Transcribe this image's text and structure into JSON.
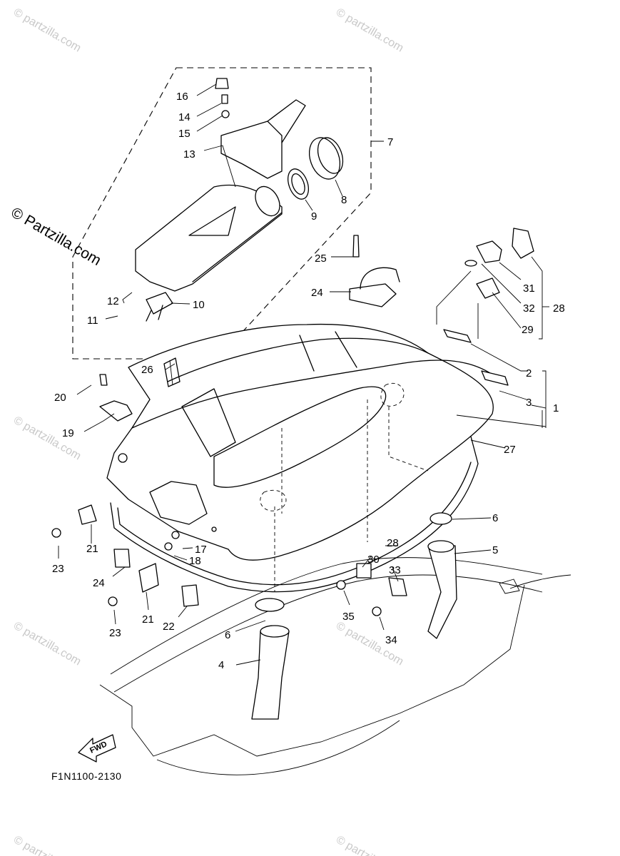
{
  "diagram": {
    "code": "F1N1100-2130",
    "fwd_label": "FWD",
    "watermark": "© Partzilla.com",
    "watermark_faint": "© partzilla.com",
    "callouts": {
      "c1": "1",
      "c2": "2",
      "c3": "3",
      "c4": "4",
      "c5": "5",
      "c6a": "6",
      "c6b": "6",
      "c7": "7",
      "c8": "8",
      "c9": "9",
      "c10": "10",
      "c11": "11",
      "c12": "12",
      "c13": "13",
      "c14": "14",
      "c15": "15",
      "c16": "16",
      "c17": "17",
      "c18": "18",
      "c19": "19",
      "c20": "20",
      "c21a": "21",
      "c21b": "21",
      "c22": "22",
      "c23a": "23",
      "c23b": "23",
      "c24a": "24",
      "c24b": "24",
      "c25": "25",
      "c26": "26",
      "c27": "27",
      "c28a": "28",
      "c28b": "28",
      "c29": "29",
      "c30": "30",
      "c31": "31",
      "c32": "32",
      "c33": "33",
      "c34": "34",
      "c35": "35"
    }
  }
}
